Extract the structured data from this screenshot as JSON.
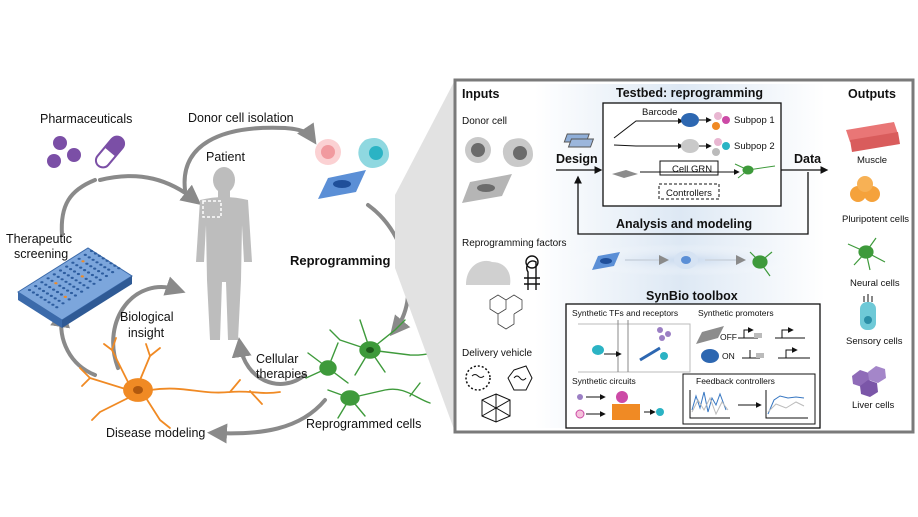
{
  "cycle": {
    "pharmaceuticals": "Pharmaceuticals",
    "donor_cell_isolation": "Donor cell isolation",
    "patient": "Patient",
    "therapeutic_screening_1": "Therapeutic",
    "therapeutic_screening_2": "screening",
    "reprogramming": "Reprogramming",
    "biological_insight_1": "Biological",
    "biological_insight_2": "insight",
    "cellular_therapies_1": "Cellular",
    "cellular_therapies_2": "therapies",
    "disease_modeling": "Disease modeling",
    "reprogrammed_cells": "Reprogrammed cells"
  },
  "panel": {
    "inputs_title": "Inputs",
    "donor_cell": "Donor cell",
    "reprogramming_factors": "Reprogramming factors",
    "delivery_vehicle": "Delivery vehicle",
    "testbed_title": "Testbed: reprogramming",
    "barcode": "Barcode",
    "subpop1": "Subpop 1",
    "subpop2": "Subpop 2",
    "cell_grn": "Cell GRN",
    "controllers": "Controllers",
    "design": "Design",
    "data": "Data",
    "analysis_modeling": "Analysis and modeling",
    "synbio_title": "SynBio toolbox",
    "synthetic_tfs": "Synthetic TFs and receptors",
    "synthetic_promoters": "Synthetic promoters",
    "off": "OFF",
    "on": "ON",
    "synthetic_circuits": "Synthetic circuits",
    "feedback_controllers": "Feedback controllers",
    "outputs_title": "Outputs",
    "muscle": "Muscle",
    "pluripotent": "Pluripotent cells",
    "neural": "Neural cells",
    "sensory": "Sensory cells",
    "liver": "Liver cells"
  },
  "colors": {
    "arrow_gray": "#8a8a8a",
    "purple": "#7b4fa6",
    "pink": "#f19a9f",
    "cyan": "#2bb3c4",
    "blue": "#2d67b1",
    "green": "#3e9a3b",
    "orange": "#f08a24",
    "plate_blue": "#4b7fc4",
    "panel_border": "#7a7a7a",
    "muscle_red": "#d95c5c",
    "liver_purple": "#8f6bb8"
  },
  "icons": [
    "pill-icon",
    "patient-figure",
    "well-plate-icon",
    "neuron-icon",
    "virus-icon",
    "plasmid-icon",
    "protein-icon",
    "rna-hairpin-icon"
  ]
}
